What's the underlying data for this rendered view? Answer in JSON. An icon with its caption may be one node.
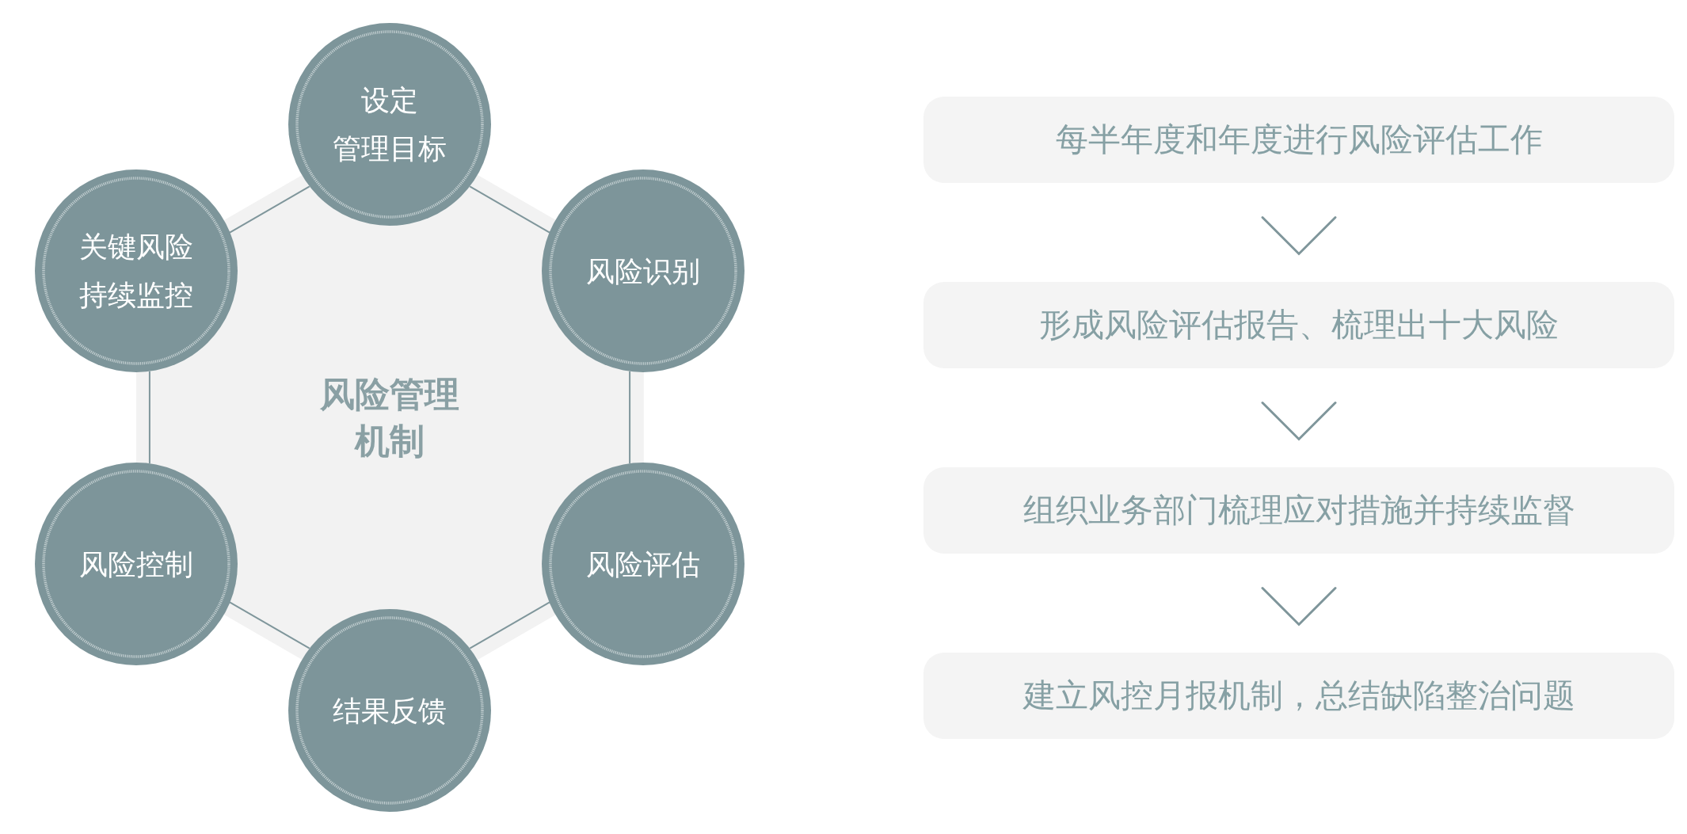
{
  "diagram": {
    "nodes": [
      {
        "text": [
          "设定管理目标"
        ]
      },
      {
        "text": [
          "风险识别"
        ]
      },
      {
        "text": [
          "风险评估"
        ]
      },
      {
        "text": [
          "结果反馈"
        ]
      },
      {
        "text": [
          "风险控制"
        ]
      },
      {
        "text": [
          "关键风险持续监控"
        ]
      },
      {
        "text": [
          "每半年度和年度进行风险评估工作"
        ]
      },
      {
        "text": [
          "形成风险评估报告、梳理出十大风险"
        ]
      },
      {
        "text": [
          "组织业务部门梳理应对措施并持续监督"
        ]
      },
      {
        "text": [
          "建立风控月报机制，总结缺陷整治问题"
        ]
      }
    ],
    "edges": [
      {
        "from": 0,
        "to": 1,
        "arrow": "none"
      },
      {
        "from": 1,
        "to": 2,
        "arrow": "none"
      },
      {
        "from": 2,
        "to": 3,
        "arrow": "none"
      },
      {
        "from": 3,
        "to": 4,
        "arrow": "none"
      },
      {
        "from": 4,
        "to": 5,
        "arrow": "none"
      },
      {
        "from": 5,
        "to": 0,
        "arrow": "none"
      },
      {
        "from": 6,
        "to": 7,
        "arrow": "to"
      },
      {
        "from": 7,
        "to": 8,
        "arrow": "to"
      },
      {
        "from": 8,
        "to": 9,
        "arrow": "to"
      }
    ],
    "labels": [
      "风险管理机制"
    ]
  }
}
